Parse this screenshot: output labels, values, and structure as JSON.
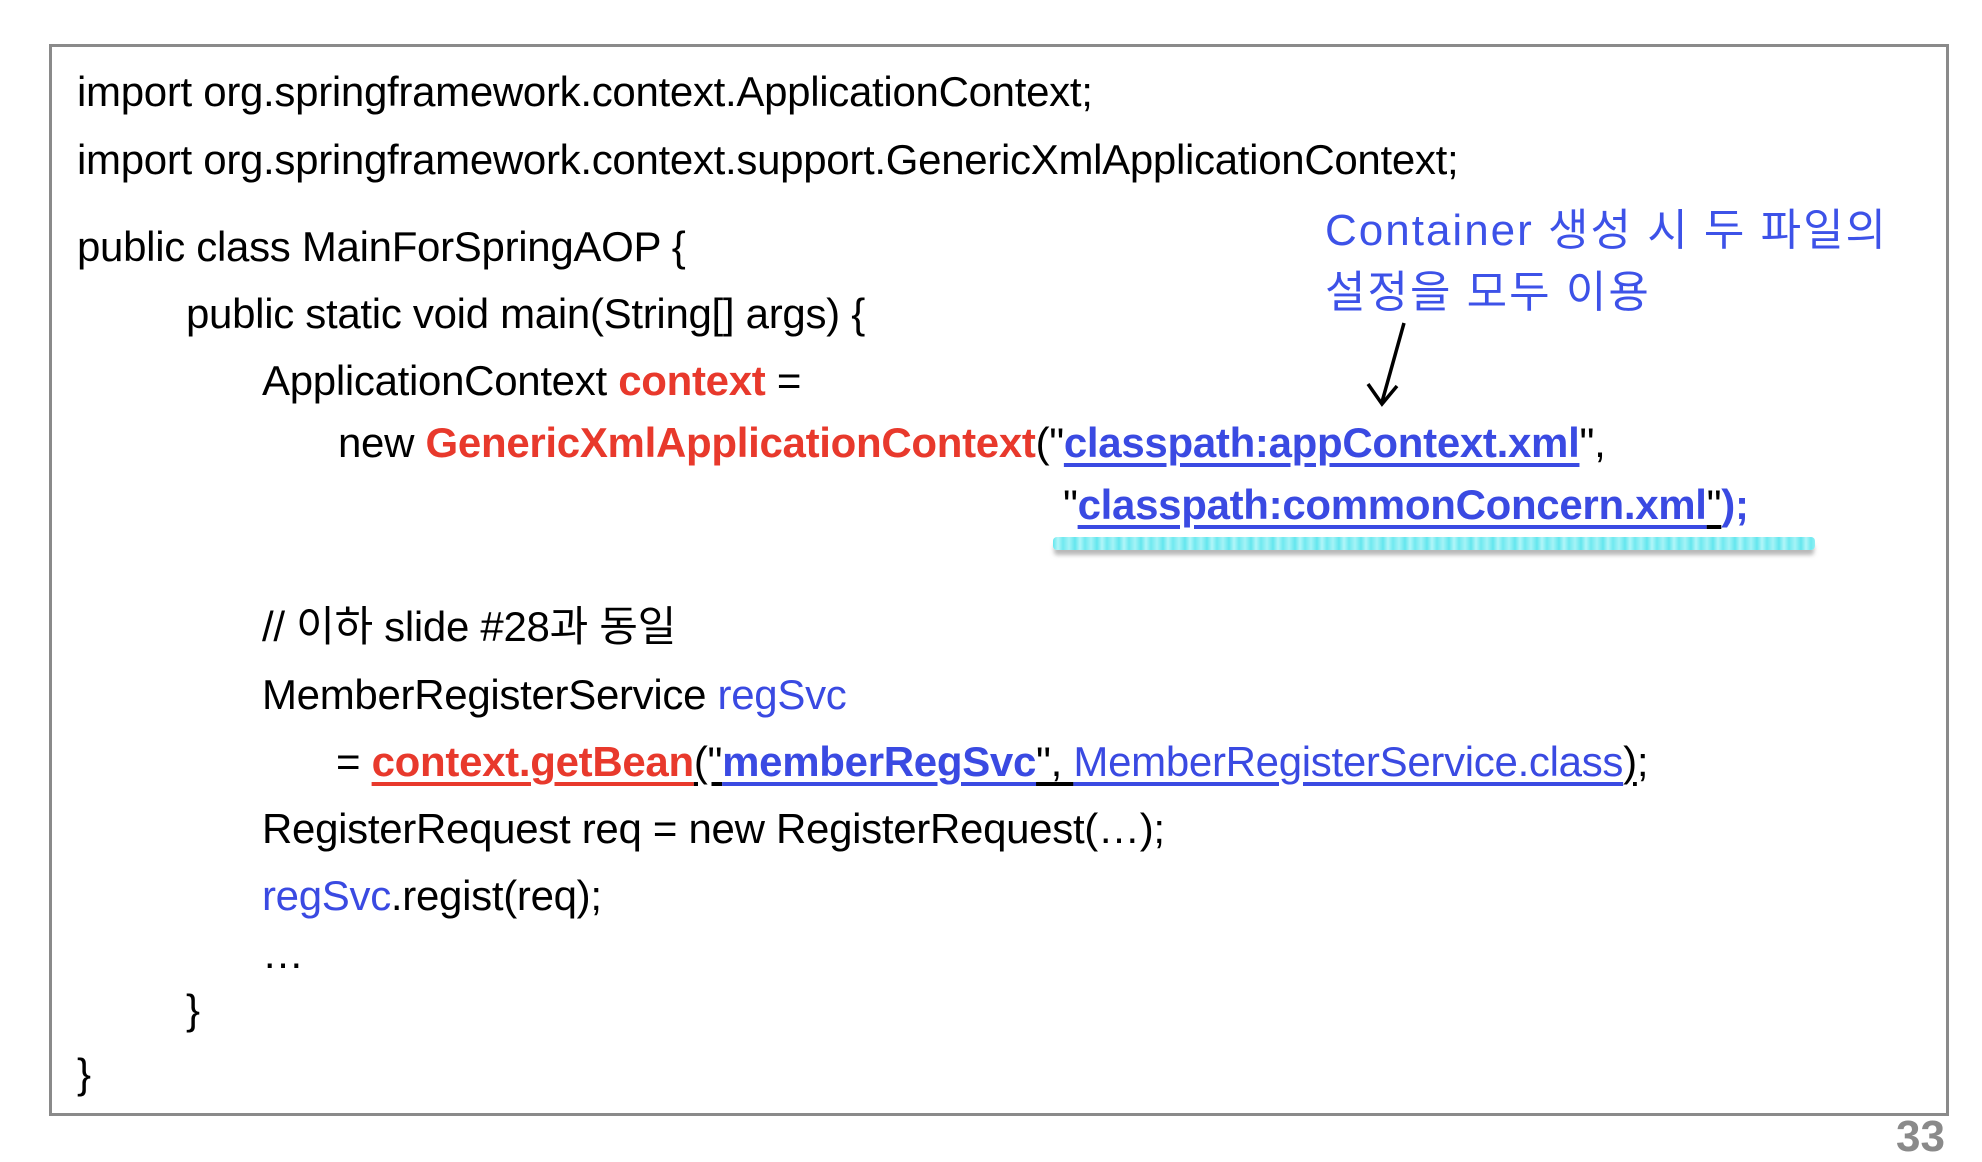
{
  "colors": {
    "code_red": "#e8392c",
    "code_blue": "#3a4ae2",
    "annotation_blue": "#3d52e8",
    "box_border_gray": "#8a8a8a",
    "highlight_cyan": "#7deef2",
    "page_number_gray": "#8a8a8a"
  },
  "annotation": {
    "line1": "Container 생성 시 두 파일의",
    "line2": "설정을 모두 이용"
  },
  "page_number": "33",
  "code": {
    "import1": "import org.springframework.context.ApplicationContext;",
    "import2": "import org.springframework.context.support.GenericXmlApplicationContext;",
    "class_decl": "public class MainForSpringAOP {",
    "main_decl": "public static void main(String[] args) {",
    "ctx_type": "ApplicationContext ",
    "ctx_var": "context",
    "ctx_eq": " =",
    "new_kw": "new ",
    "new_ctor": "GenericXmlApplicationContext",
    "new_open": "(\"",
    "appcontext_link": "classpath:appContext.xml",
    "new_close": "\",",
    "cc_openquote": "\"",
    "commonconcern_link": "classpath:commonConcern.xml",
    "cc_closequote": "\"",
    "cc_tail": ");",
    "comment": "// 이하 slide #28과 동일",
    "svc_type": "MemberRegisterService ",
    "svc_var": "regSvc",
    "gb_eq": "= ",
    "gb_call": "context.getBean",
    "gb_open": "(\"",
    "gb_bean": "memberRegSvc",
    "gb_mid": "\", ",
    "gb_class": "MemberRegisterService.class",
    "gb_close": ")",
    "gb_semi": ";",
    "req_line": "RegisterRequest req = new RegisterRequest(…);",
    "regist_var": "regSvc",
    "regist_rest": ".regist(req);",
    "ellipsis": "…",
    "close_inner": "}",
    "close_outer": "}"
  }
}
